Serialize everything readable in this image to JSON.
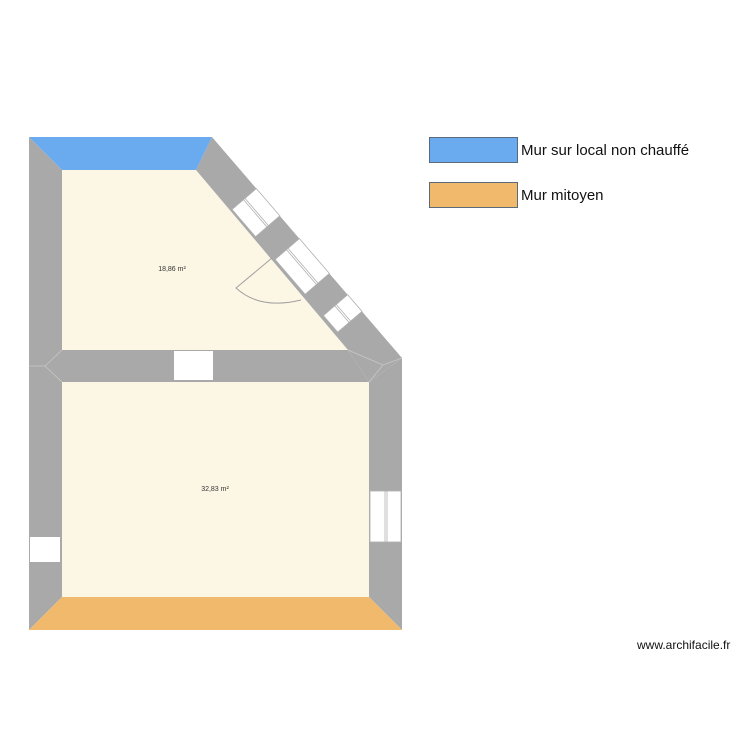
{
  "plan": {
    "rooms": [
      {
        "name": "room-upper",
        "area_label": "18,86 m²"
      },
      {
        "name": "room-lower",
        "area_label": "32,83 m²"
      }
    ],
    "colors": {
      "wall": "#a9a9a9",
      "floor": "#fcf6e4",
      "wall_unheated": "#6aaaee",
      "wall_party": "#f0b96b",
      "opening": "#ffffff"
    }
  },
  "legend": {
    "items": [
      {
        "label": "Mur sur local non chauffé",
        "color": "#6aaaee"
      },
      {
        "label": "Mur mitoyen",
        "color": "#f0b96b"
      }
    ]
  },
  "watermark": "www.archifacile.fr"
}
